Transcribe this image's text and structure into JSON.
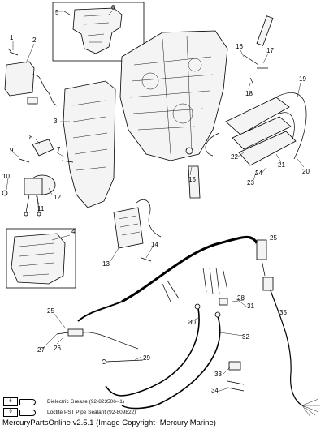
{
  "diagram": {
    "callouts": [
      {
        "id": "c1",
        "label": "1"
      },
      {
        "id": "c2",
        "label": "2"
      },
      {
        "id": "c3",
        "label": "3"
      },
      {
        "id": "c4",
        "label": "4"
      },
      {
        "id": "c5",
        "label": "5"
      },
      {
        "id": "c6",
        "label": "6"
      },
      {
        "id": "c7",
        "label": "7"
      },
      {
        "id": "c8",
        "label": "8"
      },
      {
        "id": "c9",
        "label": "9"
      },
      {
        "id": "c10",
        "label": "10"
      },
      {
        "id": "c11",
        "label": "11"
      },
      {
        "id": "c12",
        "label": "12"
      },
      {
        "id": "c13",
        "label": "13"
      },
      {
        "id": "c14",
        "label": "14"
      },
      {
        "id": "c15",
        "label": "15"
      },
      {
        "id": "c16",
        "label": "16"
      },
      {
        "id": "c17",
        "label": "17"
      },
      {
        "id": "c18",
        "label": "18"
      },
      {
        "id": "c19",
        "label": "19"
      },
      {
        "id": "c20",
        "label": "20"
      },
      {
        "id": "c21",
        "label": "21"
      },
      {
        "id": "c22",
        "label": "22"
      },
      {
        "id": "c23",
        "label": "23"
      },
      {
        "id": "c24",
        "label": "24"
      },
      {
        "id": "c25a",
        "label": "25"
      },
      {
        "id": "c25b",
        "label": "25"
      },
      {
        "id": "c26",
        "label": "26"
      },
      {
        "id": "c27",
        "label": "27"
      },
      {
        "id": "c28",
        "label": "28"
      },
      {
        "id": "c29",
        "label": "29"
      },
      {
        "id": "c30",
        "label": "30"
      },
      {
        "id": "c31",
        "label": "31"
      },
      {
        "id": "c32",
        "label": "32"
      },
      {
        "id": "c33",
        "label": "33"
      },
      {
        "id": "c34",
        "label": "34"
      },
      {
        "id": "c35",
        "label": "35"
      }
    ]
  },
  "legend": [
    {
      "code": "6",
      "text": "Dielectric Grease (92-823506--1)"
    },
    {
      "code": "9",
      "text": "Loctite PST Pipe Sealant (92-809822)"
    }
  ],
  "footer": "MercuryPartsOnline v2.5.1 (Image Copyright- Mercury Marine)"
}
